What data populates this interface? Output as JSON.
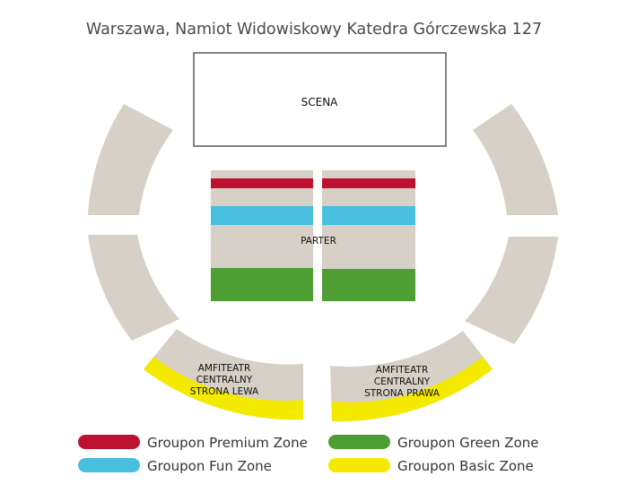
{
  "title": "Warszawa,  Namiot Widowiskowy Katedra Górczewska 127",
  "colors": {
    "seat": "#d6d0c6",
    "premium": "#be1130",
    "fun": "#49bfe0",
    "green": "#4f9e34",
    "basic": "#f3ea00"
  },
  "stage": {
    "label": "SCENA"
  },
  "parter": {
    "label": "PARTER"
  },
  "amfiteatr_left": {
    "line1": "AMFITEATR",
    "line2": "CENTRALNY",
    "line3": "STRONA LEWA"
  },
  "amfiteatr_right": {
    "line1": "AMFITEATR",
    "line2": "CENTRALNY",
    "line3": "STRONA PRAWA"
  },
  "legend": [
    {
      "label": "Groupon Premium Zone",
      "color": "#be1130"
    },
    {
      "label": "Groupon Green Zone",
      "color": "#4f9e34"
    },
    {
      "label": "Groupon Fun Zone",
      "color": "#49bfe0"
    },
    {
      "label": "Groupon Basic Zone",
      "color": "#f3ea00"
    }
  ]
}
